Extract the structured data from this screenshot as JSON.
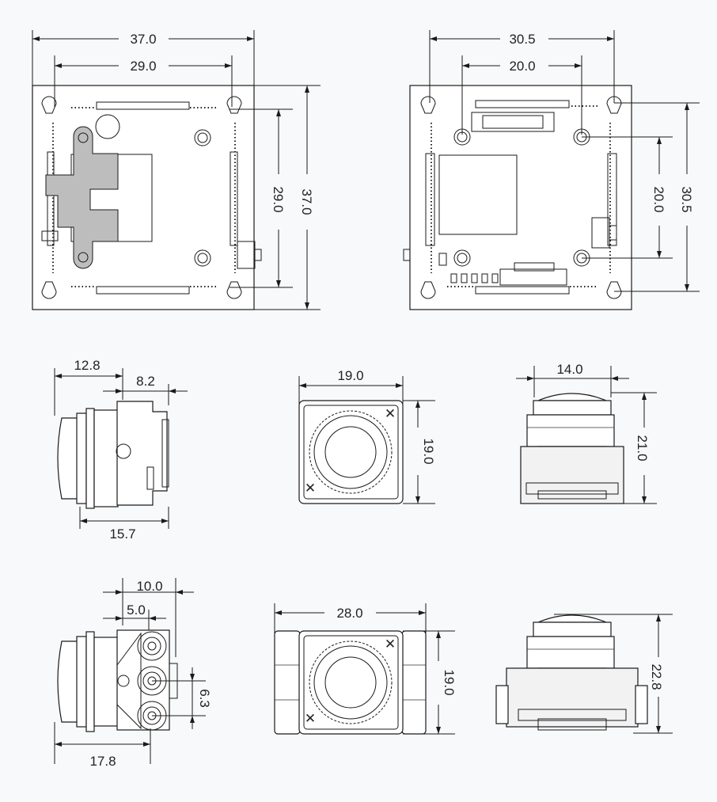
{
  "dimensions": {
    "pcb_front": {
      "outer_width": "37.0",
      "hole_span_x": "29.0",
      "hole_span_y": "29.0",
      "outer_height": "37.0"
    },
    "pcb_back": {
      "outer_width": "30.5",
      "hole_span_x": "20.0",
      "hole_span_y": "20.0",
      "outer_height": "30.5"
    },
    "side_view": {
      "overall_length": "12.8",
      "bracket_depth": "8.2",
      "lens_to_back": "15.7"
    },
    "front_view": {
      "width": "19.0",
      "height": "19.0"
    },
    "top_view": {
      "lens_diameter": "14.0",
      "height": "21.0"
    },
    "side_view_ext": {
      "offset_a": "10.0",
      "offset_b": "5.0",
      "pitch": "6.3",
      "overall_length": "17.8"
    },
    "front_view_ext": {
      "width": "28.0",
      "height": "19.0"
    },
    "top_view_ext": {
      "height": "22.8"
    }
  },
  "colors": {
    "background": "#f7f9fa",
    "line": "#1a1a1a",
    "bracket_fill": "#bdbdbd"
  }
}
